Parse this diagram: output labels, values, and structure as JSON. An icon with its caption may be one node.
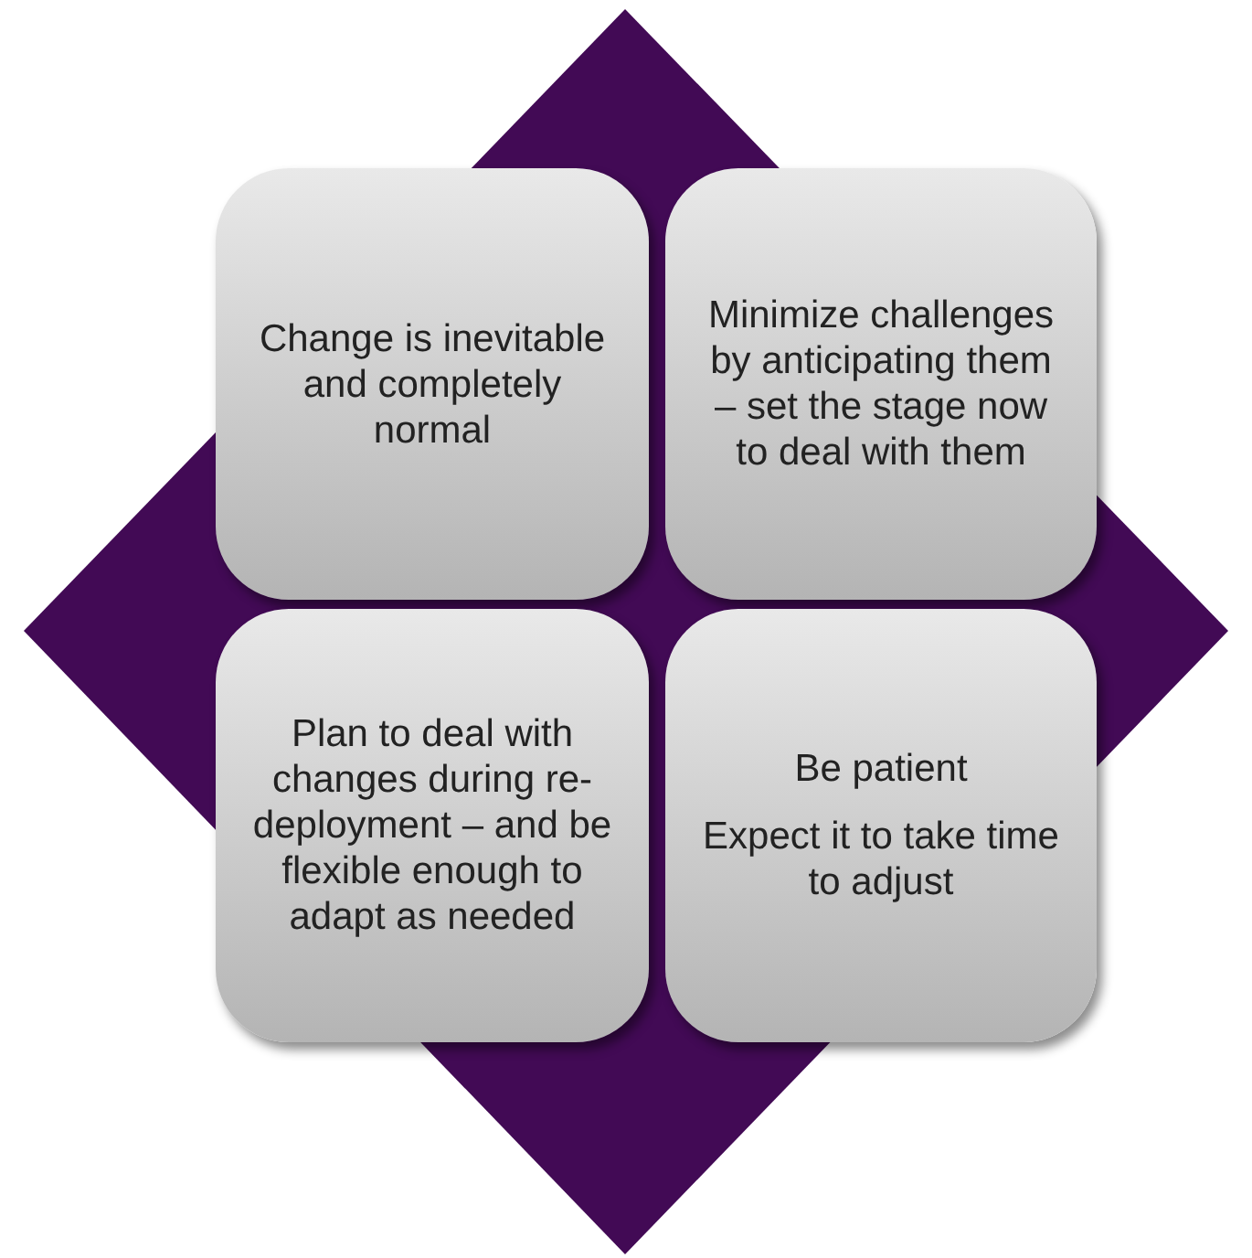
{
  "diagram": {
    "nodes": [
      {
        "text": [
          "Change is inevitable and completely normal"
        ]
      },
      {
        "text": [
          "Minimize challenges by anticipating them – set the stage now to deal with them"
        ]
      },
      {
        "text": [
          "Plan to deal with changes during re-deployment – and be flexible enough to adapt as needed"
        ]
      },
      {
        "text": [
          "Be patient",
          "Expect it to take time to adjust"
        ]
      }
    ]
  }
}
